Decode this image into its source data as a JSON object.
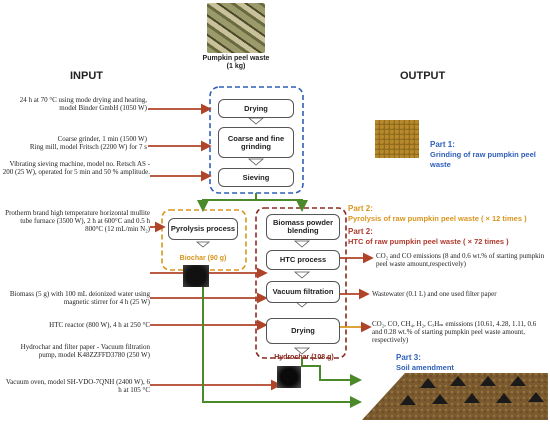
{
  "header": {
    "input": "INPUT",
    "output": "OUTPUT",
    "top_label": "Pumpkin peel waste",
    "top_weight": "(1 kg)"
  },
  "process_boxes": {
    "drying1": "Drying",
    "grinding": "Coarse and fine grinding",
    "sieving": "Sieving",
    "pyrolysis": "Pyrolysis  process",
    "blending": "Biomass powder blending",
    "htc": "HTC process",
    "vacuum": "Vacuum filtration",
    "drying2": "Drying"
  },
  "products": {
    "biochar": "Biochar (90 g)",
    "hydrochar": "Hydrochar (108 g)"
  },
  "inputs": {
    "i1": "24 h at 70 °C using mode drying and heating, model Binder GmbH (1050 W)",
    "i2": "Coarse grinder, 1 min (1500 W)",
    "i3": "Ring mill, model Fritsch (2200 W) for 7 s",
    "i4": "Vibrating sieving machine, model no. Retsch AS - 200 (25 W), operated for 5 min and 50 % amplitude.",
    "i5": "Protherm brand high temperature horizontal mullite tube furnace (3500 W), 2 h at 600°C and 0.5 h 800°C (12 mL/min N₂)",
    "i6": "Biomass (5 g) with 100 mL deionized water using magnetic stirrer for 4 h (25 W)",
    "i7": "HTC reactor (800 W), 4 h at 250 °C",
    "i8": "Hydrochar  and filter paper - Vacuum filtration pump, model K48ZZFFD3780 (250 W)",
    "i9": "Vacuum oven, model SH-VDO-7QNH (2400 W), 6 h at 105 °C"
  },
  "outputs": {
    "o1": "CO₂ and CO emissions (8 and  0.6  wt.% of starting pumpkin peel waste amount,respectively)",
    "o2": "Wastewater (0.1 L) and one used filter paper",
    "o3": "CO₂, CO, CH₄, H₂, CₓHₘ emissions (10.61, 4.28, 1.11, 0.6 and 0.28 wt.% of starting pumpkin peel waste amount, respectively)"
  },
  "parts": {
    "p1_title": "Part 1:",
    "p1_text": "Grinding of raw pumpkin peel waste",
    "p2a_title": "Part 2:",
    "p2a_text": "Pyrolysis of raw pumpkin peel waste  ( × 12 times )",
    "p2b_title": "Part 2:",
    "p2b_text": "HTC of raw pumpkin peel waste  ( × 72 times )",
    "p3_title": "Part 3:",
    "p3_text": "Soil amendment"
  },
  "colors": {
    "blue": "#2f5fb8",
    "orange": "#d8961e",
    "red": "#b03a2e",
    "green": "#4a8a2a",
    "arrow_brown": "#b04428"
  }
}
